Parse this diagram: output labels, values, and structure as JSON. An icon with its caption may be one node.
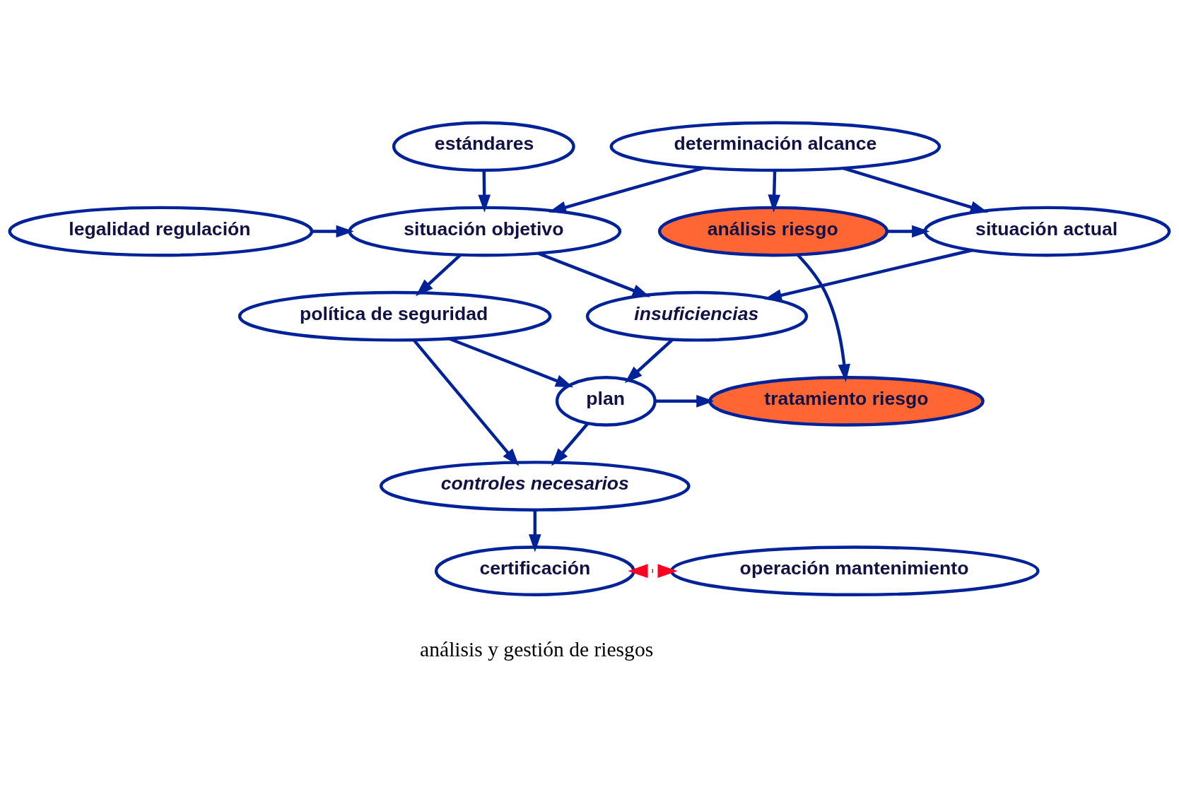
{
  "diagram": {
    "nodes": [
      {
        "text": [
          "estándares"
        ]
      },
      {
        "text": [
          "determinación alcance"
        ]
      },
      {
        "text": [
          "legalidad regulación"
        ]
      },
      {
        "text": [
          "situación objetivo"
        ]
      },
      {
        "text": [
          "situación actual"
        ]
      },
      {
        "text": [
          "análisis riesgo"
        ]
      },
      {
        "text": [
          "política de seguridad"
        ]
      },
      {
        "text": [
          "insuficiencias"
        ]
      },
      {
        "text": [
          "plan"
        ]
      },
      {
        "text": [
          "tratamiento riesgo"
        ]
      },
      {
        "text": [
          "controles necesarios"
        ]
      },
      {
        "text": [
          "certificación"
        ]
      },
      {
        "text": [
          "operación mantenimiento"
        ]
      }
    ],
    "edges": [
      {
        "from": 0,
        "to": 3,
        "arrow": "to"
      },
      {
        "from": 1,
        "to": 3,
        "arrow": "to"
      },
      {
        "from": 1,
        "to": 4,
        "arrow": "to"
      },
      {
        "from": 1,
        "to": 5,
        "arrow": "to"
      },
      {
        "from": 2,
        "to": 3,
        "arrow": "to"
      },
      {
        "from": 5,
        "to": 4,
        "arrow": "to"
      },
      {
        "from": 3,
        "to": 6,
        "arrow": "to"
      },
      {
        "from": 3,
        "to": 7,
        "arrow": "to"
      },
      {
        "from": 4,
        "to": 7,
        "arrow": "to"
      },
      {
        "from": 5,
        "to": 9,
        "arrow": "to"
      },
      {
        "from": 6,
        "to": 8,
        "arrow": "to"
      },
      {
        "from": 7,
        "to": 8,
        "arrow": "to"
      },
      {
        "from": 8,
        "to": 9,
        "arrow": "to"
      },
      {
        "from": 6,
        "to": 10,
        "arrow": "to"
      },
      {
        "from": 8,
        "to": 10,
        "arrow": "to"
      },
      {
        "from": 10,
        "to": 11,
        "arrow": "to"
      },
      {
        "from": 11,
        "to": 12,
        "arrow": "both",
        "style": "dashed",
        "color": "#ff0022"
      }
    ],
    "labels": [
      "análisis y gestión de riesgos"
    ]
  }
}
